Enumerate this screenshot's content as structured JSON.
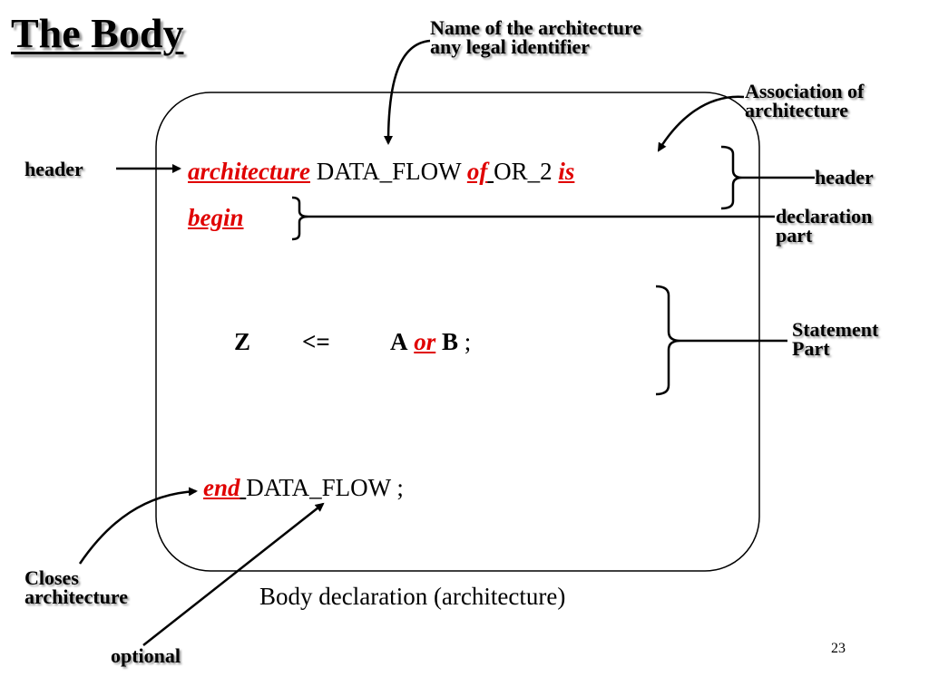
{
  "title": "The Body",
  "annotations": {
    "name_line1": "Name of the architecture",
    "name_line2": "any legal identifier",
    "assoc_line1": "Association of",
    "assoc_line2": "architecture",
    "header_left": "header",
    "header_right": "header",
    "decl_line1": "declaration",
    "decl_line2": "part",
    "stmt_line1": "Statement",
    "stmt_line2": "Part",
    "closes_line1": "Closes",
    "closes_line2": "architecture",
    "optional": "optional"
  },
  "code": {
    "kw_architecture": "architecture",
    "entity_name": "DATA_FLOW",
    "kw_of": "of",
    "entity_ref": "OR_2",
    "kw_is": "is",
    "kw_begin": "begin",
    "stmt_target": "Z",
    "stmt_op": "<=",
    "stmt_a": "A",
    "kw_or": "or",
    "stmt_b": "B",
    "stmt_end": ";",
    "kw_end": "end",
    "end_name": "DATA_FLOW ;"
  },
  "caption": "Body declaration  (architecture)",
  "page_number": "23",
  "colors": {
    "keyword": "#e00000",
    "text": "#000000",
    "shadow": "#9a9a9a"
  }
}
